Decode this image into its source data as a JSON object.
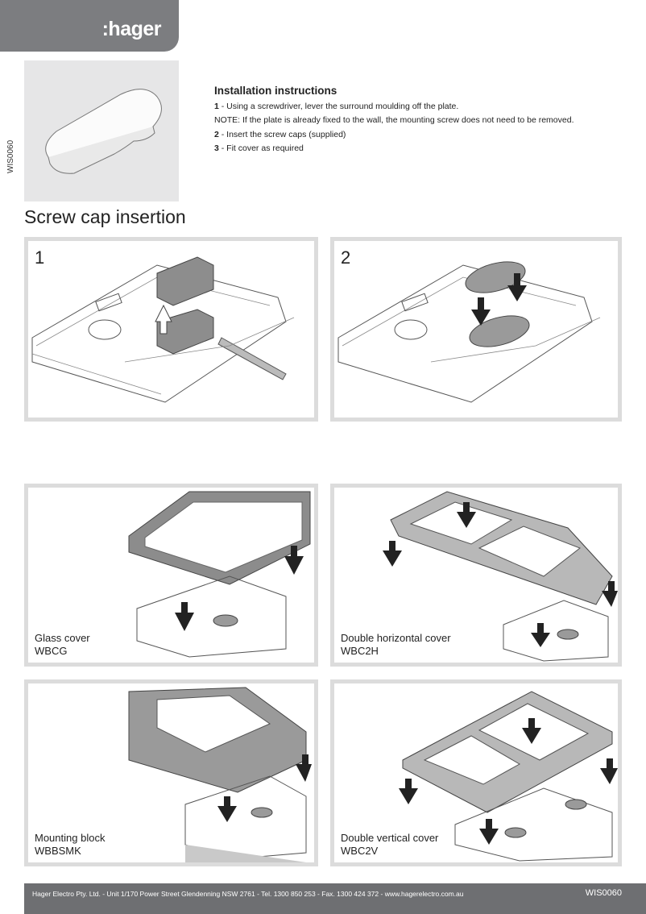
{
  "brand": {
    "logo": ":hager"
  },
  "document": {
    "code": "WIS0060",
    "title": "Screw cap insertion"
  },
  "instructions": {
    "heading": "Installation instructions",
    "steps": [
      {
        "num": "1",
        "text": " - Using a screwdriver, lever the surround moulding off the plate."
      },
      {
        "num": "",
        "text": "NOTE: If the plate is already fixed to the wall, the mounting screw does not need to be removed."
      },
      {
        "num": "2",
        "text": " - Insert the screw caps (supplied)"
      },
      {
        "num": "3",
        "text": " - Fit cover as required"
      }
    ]
  },
  "steps": [
    {
      "label": "1"
    },
    {
      "label": "2"
    }
  ],
  "covers": [
    {
      "name": "Glass cover",
      "code": "WBCG"
    },
    {
      "name": "Double horizontal cover",
      "code": "WBC2H"
    },
    {
      "name": "Mounting block",
      "code": "WBBSMK"
    },
    {
      "name": "Double vertical cover",
      "code": "WBC2V"
    }
  ],
  "footer": {
    "text": "Hager Electro Pty. Ltd. - Unit 1/170 Power Street Glendenning NSW 2761 - Tel. 1300 850 253 - Fax. 1300 424 372 - www.hagerelectro.com.au",
    "code": "WIS0060"
  }
}
